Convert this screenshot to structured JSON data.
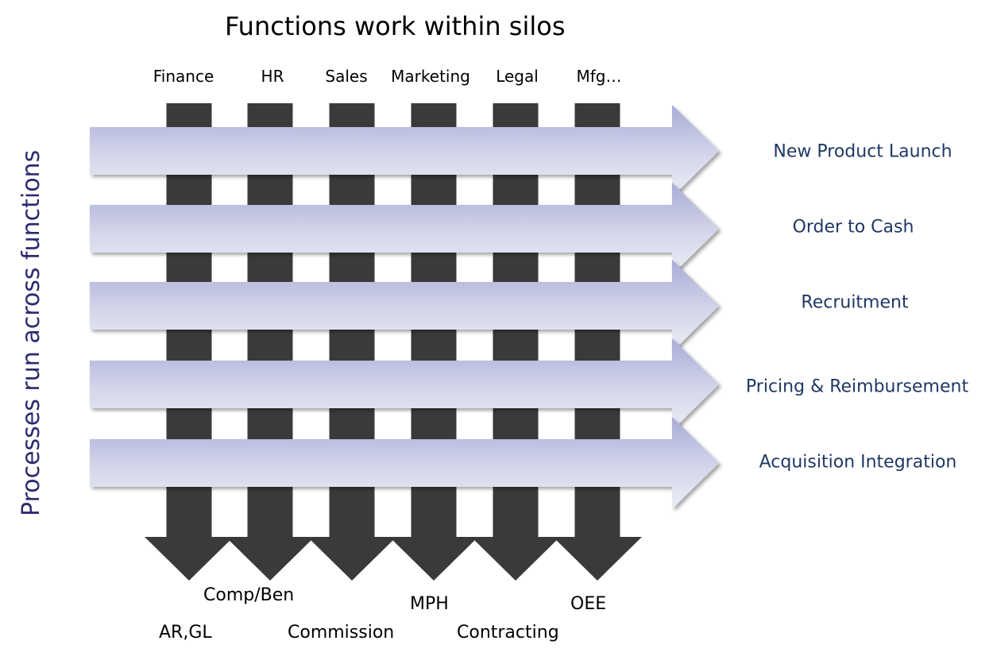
{
  "title": "Functions work within silos",
  "side_label": "Processes run across functions",
  "functions": [
    "Finance",
    "HR",
    "Sales",
    "Marketing",
    "Legal",
    "Mfg…"
  ],
  "processes": [
    "New Product Launch",
    "Order to Cash",
    "Recruitment",
    "Pricing & Reimbursement",
    "Acquisition Integration"
  ],
  "bottom_labels": [
    "AR,GL",
    "Comp/Ben",
    "Commission",
    "MPH",
    "Contracting",
    "OEE"
  ],
  "colors": {
    "silo_arrow": "#3a3a3a",
    "process_arrow_light": "#e8e9f3",
    "process_arrow_dark": "#a3a6d4",
    "process_text": "#1f3864",
    "side_text": "#2e2a6e"
  }
}
